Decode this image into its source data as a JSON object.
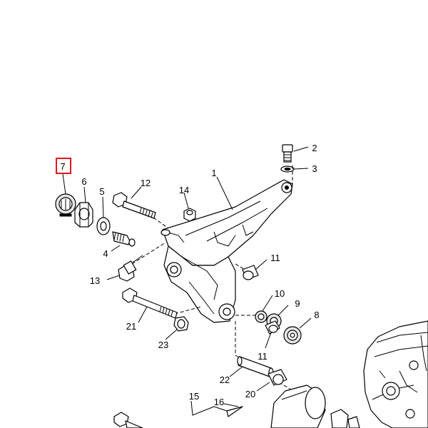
{
  "highlight_color": "#e1141e",
  "highlighted_part": "7",
  "labels": {
    "p1": "1",
    "p2": "2",
    "p3": "3",
    "p4": "4",
    "p5": "5",
    "p6": "6",
    "p7": "7",
    "p9": "9",
    "p10": "10",
    "p8": "8",
    "p11a": "11",
    "p11b": "11",
    "p12": "12",
    "p13": "13",
    "p14": "14",
    "p15": "15",
    "p16": "16",
    "p20": "20",
    "p21": "21",
    "p22": "22",
    "p23": "23"
  }
}
